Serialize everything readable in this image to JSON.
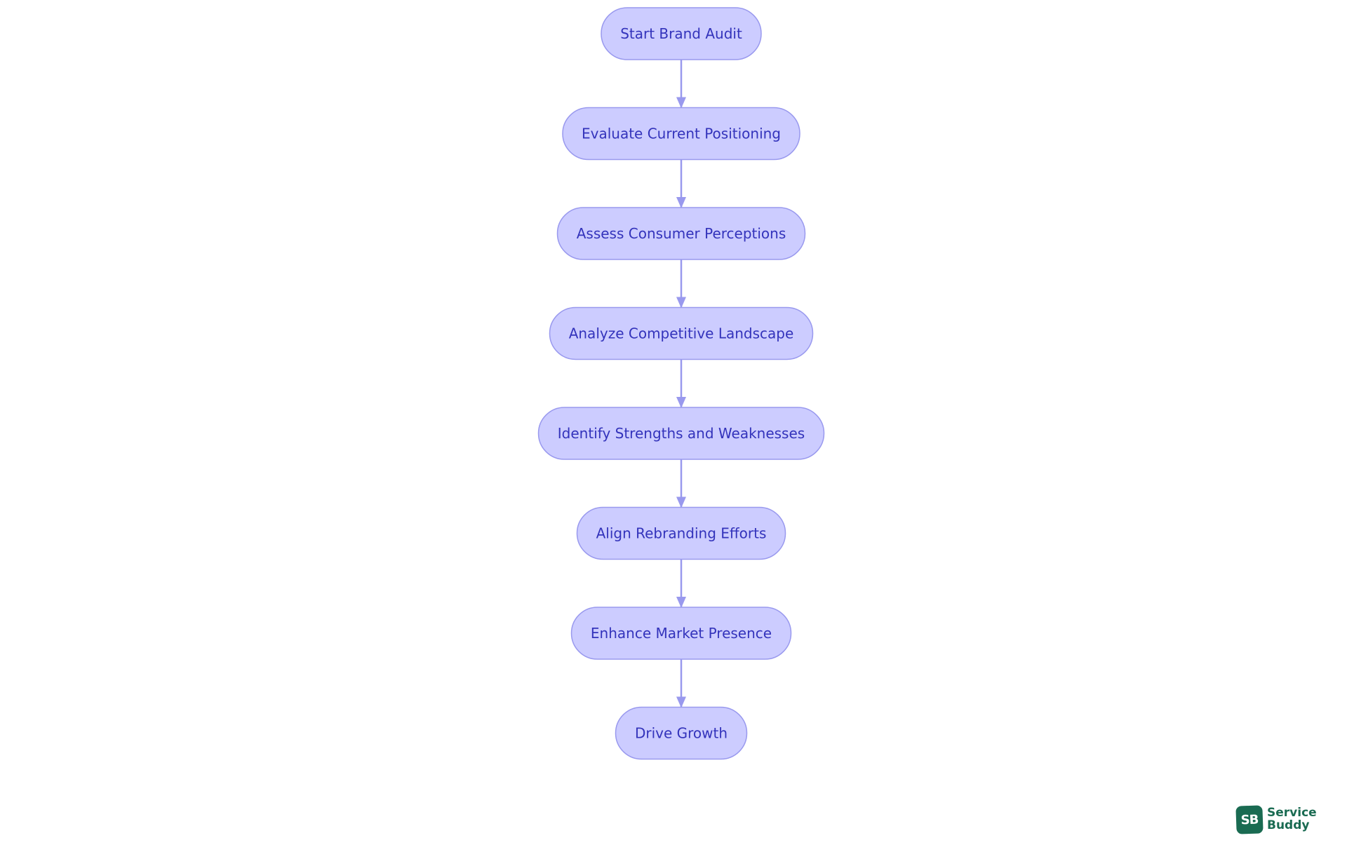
{
  "colors": {
    "node_fill": "#CCCCFF",
    "node_stroke": "#9999EE",
    "node_text": "#3333BB",
    "edge": "#9999EE",
    "brand": "#1A6B52"
  },
  "flowchart": {
    "nodes": [
      {
        "id": "start-brand-audit",
        "label": "Start Brand Audit"
      },
      {
        "id": "evaluate-current-positioning",
        "label": "Evaluate Current Positioning"
      },
      {
        "id": "assess-consumer-perceptions",
        "label": "Assess Consumer Perceptions"
      },
      {
        "id": "analyze-competitive-landscape",
        "label": "Analyze Competitive Landscape"
      },
      {
        "id": "identify-strengths-and-weaknesses",
        "label": "Identify Strengths and Weaknesses"
      },
      {
        "id": "align-rebranding-efforts",
        "label": "Align Rebranding Efforts"
      },
      {
        "id": "enhance-market-presence",
        "label": "Enhance Market Presence"
      },
      {
        "id": "drive-growth",
        "label": "Drive Growth"
      }
    ],
    "edges": [
      {
        "from": "start-brand-audit",
        "to": "evaluate-current-positioning"
      },
      {
        "from": "evaluate-current-positioning",
        "to": "assess-consumer-perceptions"
      },
      {
        "from": "assess-consumer-perceptions",
        "to": "analyze-competitive-landscape"
      },
      {
        "from": "analyze-competitive-landscape",
        "to": "identify-strengths-and-weaknesses"
      },
      {
        "from": "identify-strengths-and-weaknesses",
        "to": "align-rebranding-efforts"
      },
      {
        "from": "align-rebranding-efforts",
        "to": "enhance-market-presence"
      },
      {
        "from": "enhance-market-presence",
        "to": "drive-growth"
      }
    ]
  },
  "logo": {
    "badge_text": "SB",
    "line1": "Service",
    "line2": "Buddy"
  }
}
